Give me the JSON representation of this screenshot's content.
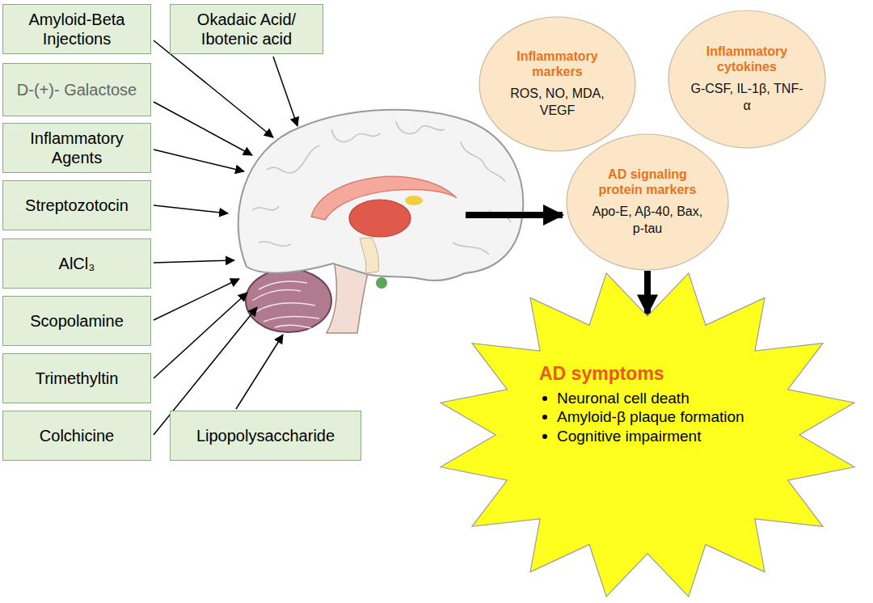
{
  "diagram": {
    "nodes": [
      {
        "text": [
          "Amyloid-Beta Injections"
        ]
      },
      {
        "text": [
          "Okadaic Acid/ Ibotenic acid"
        ]
      },
      {
        "text": [
          "D-(+)- Galactose"
        ]
      },
      {
        "text": [
          "Inflammatory Agents"
        ]
      },
      {
        "text": [
          "Streptozotocin"
        ]
      },
      {
        "text": [
          "AlCl₃"
        ]
      },
      {
        "text": [
          "Scopolamine"
        ]
      },
      {
        "text": [
          "Trimethyltin"
        ]
      },
      {
        "text": [
          "Colchicine"
        ]
      },
      {
        "text": [
          "Lipopolysaccharide"
        ]
      },
      {
        "text": [
          "Inflammatory markers",
          "ROS, NO, MDA, VEGF"
        ]
      },
      {
        "text": [
          "Inflammatory cytokines",
          "G-CSF, IL-1β, TNF-α"
        ]
      },
      {
        "text": [
          "AD signaling protein markers",
          "Apo-E, Aβ-40, Bax, p-tau"
        ]
      },
      {
        "text": [
          "AD symptoms",
          "Neuronal cell death",
          "Amyloid-β plaque formation",
          "Cognitive impairment"
        ]
      }
    ],
    "edges": [
      {
        "from": 12,
        "to": 13,
        "arrow": "to"
      }
    ]
  }
}
